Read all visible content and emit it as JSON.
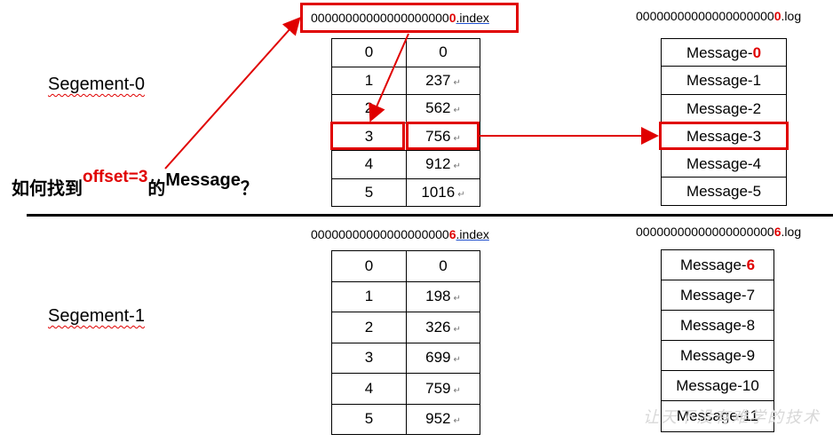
{
  "segment0": {
    "label": "Segement-0",
    "index_file": {
      "prefix": "00000000000000000000",
      "highlight": "0",
      "suffix": ".index"
    },
    "log_file": {
      "prefix": "00000000000000000000",
      "highlight": "0",
      "suffix": ".log"
    },
    "index_rows": [
      [
        "0",
        "0"
      ],
      [
        "1",
        "237"
      ],
      [
        "2",
        "562"
      ],
      [
        "3",
        "756"
      ],
      [
        "4",
        "912"
      ],
      [
        "5",
        "1016"
      ]
    ],
    "messages": [
      {
        "prefix": "Message-",
        "num": "0",
        "red": true
      },
      {
        "prefix": "Message-",
        "num": "1",
        "red": false
      },
      {
        "prefix": "Message-",
        "num": "2",
        "red": false
      },
      {
        "prefix": "Message-",
        "num": "3",
        "red": false
      },
      {
        "prefix": "Message-",
        "num": "4",
        "red": false
      },
      {
        "prefix": "Message-",
        "num": "5",
        "red": false
      }
    ]
  },
  "segment1": {
    "label": "Segement-1",
    "index_file": {
      "prefix": "00000000000000000000",
      "highlight": "6",
      "suffix": ".index"
    },
    "log_file": {
      "prefix": "00000000000000000000",
      "highlight": "6",
      "suffix": ".log"
    },
    "index_rows": [
      [
        "0",
        "0"
      ],
      [
        "1",
        "198"
      ],
      [
        "2",
        "326"
      ],
      [
        "3",
        "699"
      ],
      [
        "4",
        "759"
      ],
      [
        "5",
        "952"
      ]
    ],
    "messages": [
      {
        "prefix": "Message-",
        "num": "6",
        "red": true
      },
      {
        "prefix": "Message-",
        "num": "7",
        "red": false
      },
      {
        "prefix": "Message-",
        "num": "8",
        "red": false
      },
      {
        "prefix": "Message-",
        "num": "9",
        "red": false
      },
      {
        "prefix": "Message-",
        "num": "10",
        "red": false
      },
      {
        "prefix": "Message-",
        "num": "11",
        "red": false
      }
    ]
  },
  "question": {
    "part1": "如何找到",
    "offset": "offset=3",
    "part2": "的",
    "message": "Message",
    "mark": "？"
  },
  "watermark": "让天下没有难学的技术",
  "colors": {
    "highlight": "#e00000",
    "line": "#000000"
  }
}
